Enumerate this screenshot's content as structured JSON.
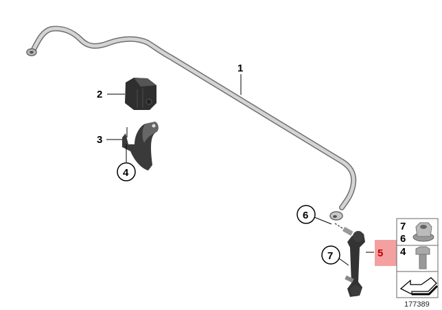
{
  "diagram": {
    "callouts": [
      {
        "number": "1",
        "part": "stabilizer-bar"
      },
      {
        "number": "2",
        "part": "rubber-mounting"
      },
      {
        "number": "3",
        "part": "bracket"
      },
      {
        "number": "4",
        "part": "bracket-bolt",
        "circled": true
      },
      {
        "number": "5",
        "part": "link",
        "highlighted": true
      },
      {
        "number": "6",
        "part": "nut",
        "circled": true
      },
      {
        "number": "7",
        "part": "nut",
        "circled": true
      }
    ],
    "legend": {
      "rows": [
        {
          "numbers": [
            "7",
            "6"
          ],
          "icon": "collar-nut-icon"
        },
        {
          "numbers": [
            "4"
          ],
          "icon": "hex-bolt-icon"
        },
        {
          "numbers": [],
          "icon": "arrow-left-down-icon"
        }
      ]
    },
    "highlight_color": "#f4a0a0",
    "highlight_text_color": "#c00000",
    "diagram_id": "177389"
  }
}
